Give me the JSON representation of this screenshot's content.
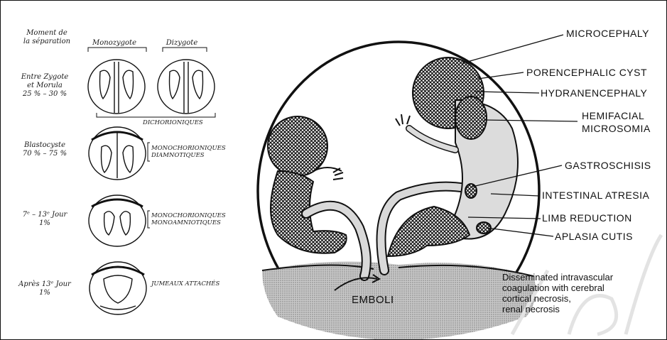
{
  "left_panel": {
    "header_timing": "Moment de\nla séparation",
    "col_monozygote": "Monozygote",
    "col_dizygote": "Dizygote",
    "rows": [
      {
        "timing": "Entre Zygote\net Morula\n25 % – 30 %",
        "type": "DICHORIONIQUES"
      },
      {
        "timing": "Blastocyste\n70 % – 75 %",
        "type": "MONOCHORIONIQUES\nDIAMNOTIQUES"
      },
      {
        "timing": "7ᵉ – 13ᵉ Jour\n1%",
        "type": "MONOCHORIONIQUES\nMONOAMNIOTIQUES"
      },
      {
        "timing": "Après 13ᵉ Jour\n1%",
        "type": "JUMEAUX ATTACHÉS"
      }
    ]
  },
  "right_panel": {
    "labels": [
      "MICROCEPHALY",
      "PORENCEPHALIC CYST",
      "HYDRANENCEPHALY",
      "HEMIFACIAL\nMICROSOMIA",
      "GASTROSCHISIS",
      "INTESTINAL ATRESIA",
      "LIMB REDUCTION",
      "APLASIA CUTIS"
    ],
    "emboli": "EMBOLI",
    "note": "Disseminated intravascular\ncoagulation with cerebral\ncortical necrosis,\nrenal necrosis"
  },
  "colors": {
    "ink": "#111111",
    "placenta": "#bdbdbd",
    "cord": "#d9d9d9",
    "watermark": "#e3e3e3"
  }
}
